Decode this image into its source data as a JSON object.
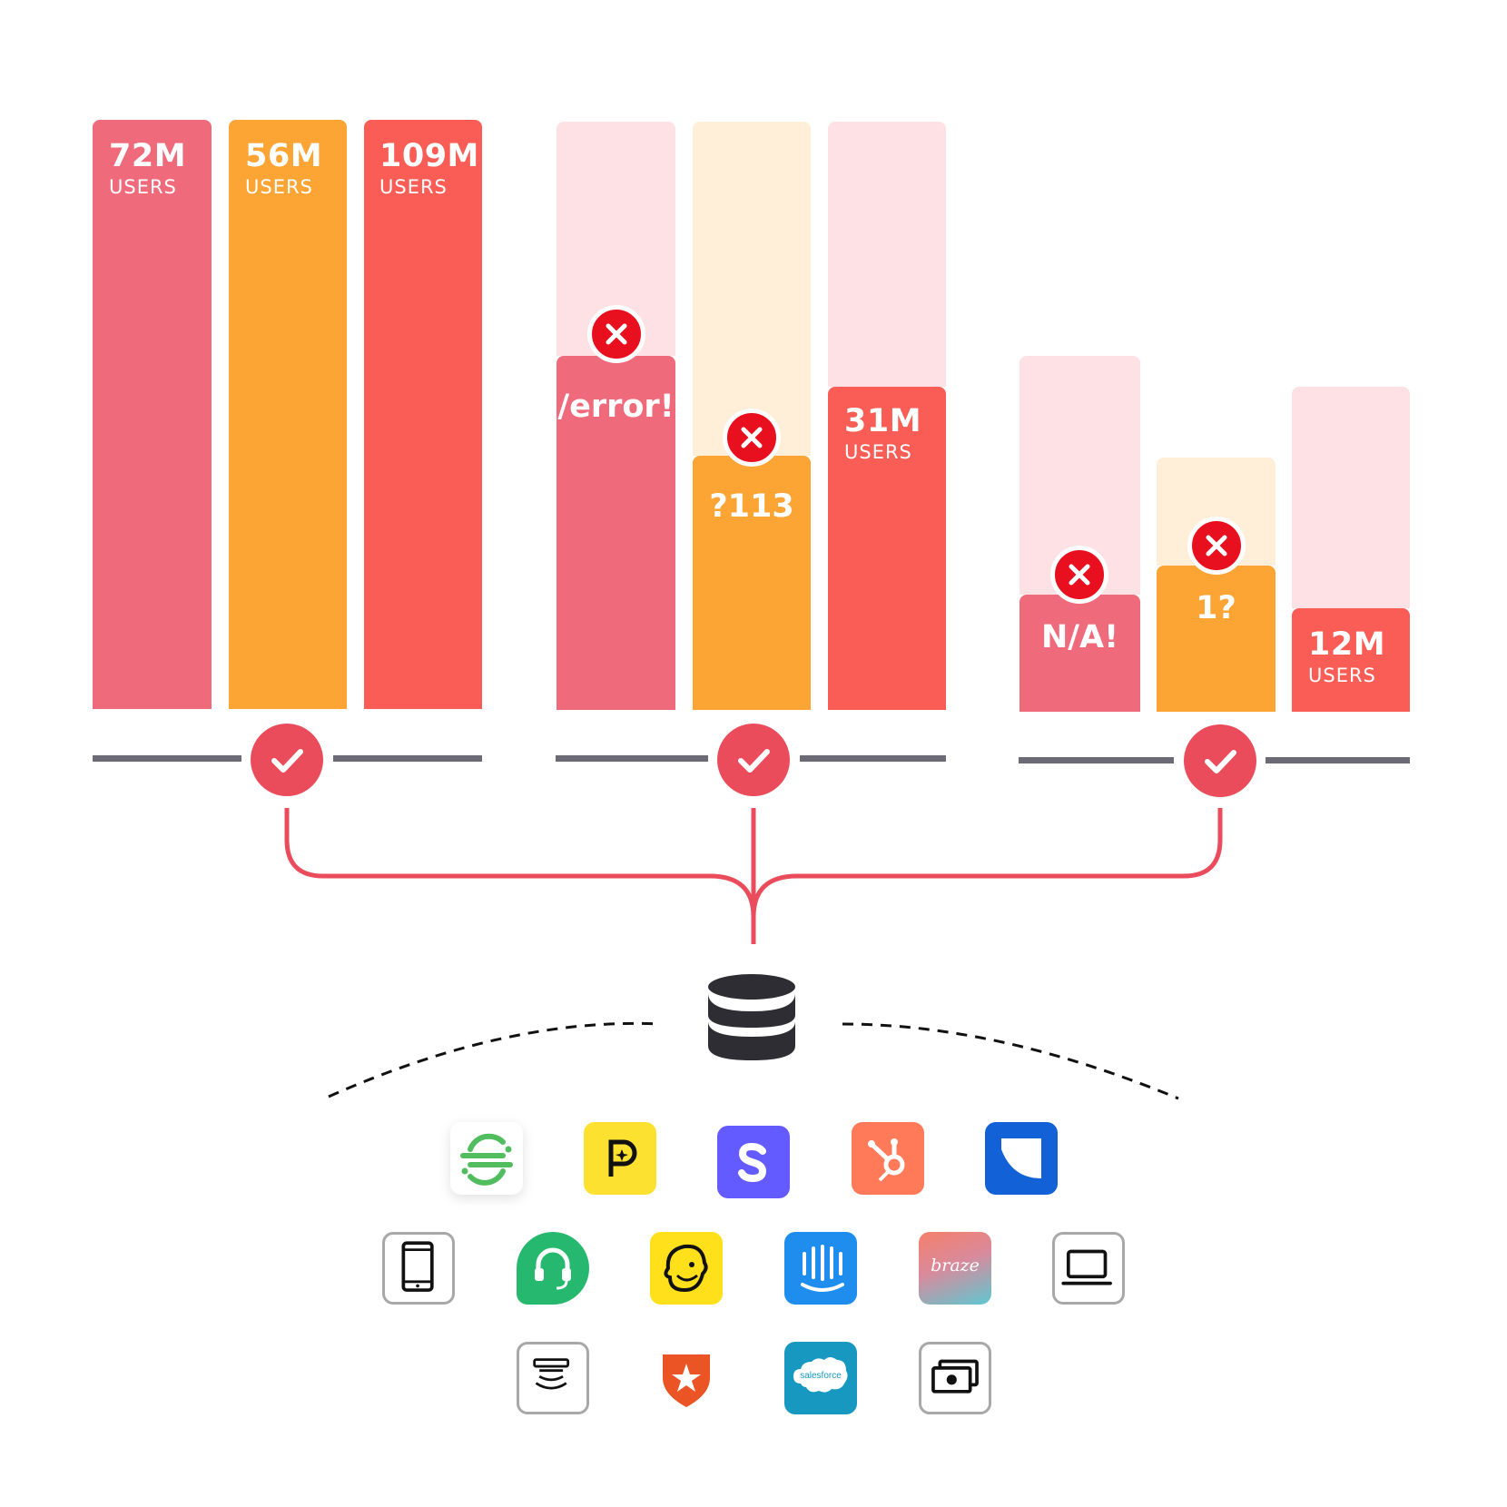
{
  "colors": {
    "pink": "#ef6b7c",
    "orange": "#fca535",
    "red": "#f95d55",
    "pink_light": "#fde1e4",
    "orange_light": "#ffefd9",
    "error_badge": "#e8101e",
    "check_badge": "#ea4c5b",
    "axis": "#6b6a75",
    "connector": "#ea4c5b",
    "database": "#2d2d33"
  },
  "groups": [
    {
      "bars": [
        {
          "value": "72M",
          "unit": "USERS",
          "status": "ok"
        },
        {
          "value": "56M",
          "unit": "USERS",
          "status": "ok"
        },
        {
          "value": "109M",
          "unit": "USERS",
          "status": "ok"
        }
      ],
      "check_icon": "checkmark-icon"
    },
    {
      "bars": [
        {
          "value": "/error!",
          "status": "error"
        },
        {
          "value": "?113",
          "status": "error"
        },
        {
          "value": "31M",
          "unit": "USERS",
          "status": "ok"
        }
      ],
      "check_icon": "checkmark-icon"
    },
    {
      "bars": [
        {
          "value": "N/A!",
          "status": "error"
        },
        {
          "value": "1?",
          "status": "error"
        },
        {
          "value": "12M",
          "unit": "USERS",
          "status": "ok"
        }
      ],
      "check_icon": "checkmark-icon"
    }
  ],
  "center_icon": "database-icon",
  "integrations": {
    "row1": [
      {
        "icon": "segment-icon",
        "color": "#52bd5e"
      },
      {
        "icon": "pendo-icon",
        "color": "#fde130"
      },
      {
        "icon": "stripe-icon",
        "color": "#635bff"
      },
      {
        "icon": "hubspot-icon",
        "color": "#ff7a59"
      },
      {
        "icon": "intercom-alt-icon",
        "color": "#1261d6"
      }
    ],
    "row2": [
      {
        "icon": "mobile-device-icon"
      },
      {
        "icon": "zendesk-support-icon",
        "color": "#27b86f"
      },
      {
        "icon": "mailchimp-icon",
        "color": "#ffe01b"
      },
      {
        "icon": "intercom-icon",
        "color": "#1f8ded"
      },
      {
        "icon": "braze-icon",
        "label": "braze"
      },
      {
        "icon": "laptop-icon"
      }
    ],
    "row3": [
      {
        "icon": "iot-device-icon"
      },
      {
        "icon": "auth0-icon",
        "color": "#eb5424"
      },
      {
        "icon": "salesforce-icon",
        "label": "salesforce",
        "color": "#1798c1"
      },
      {
        "icon": "payments-icon"
      }
    ]
  }
}
